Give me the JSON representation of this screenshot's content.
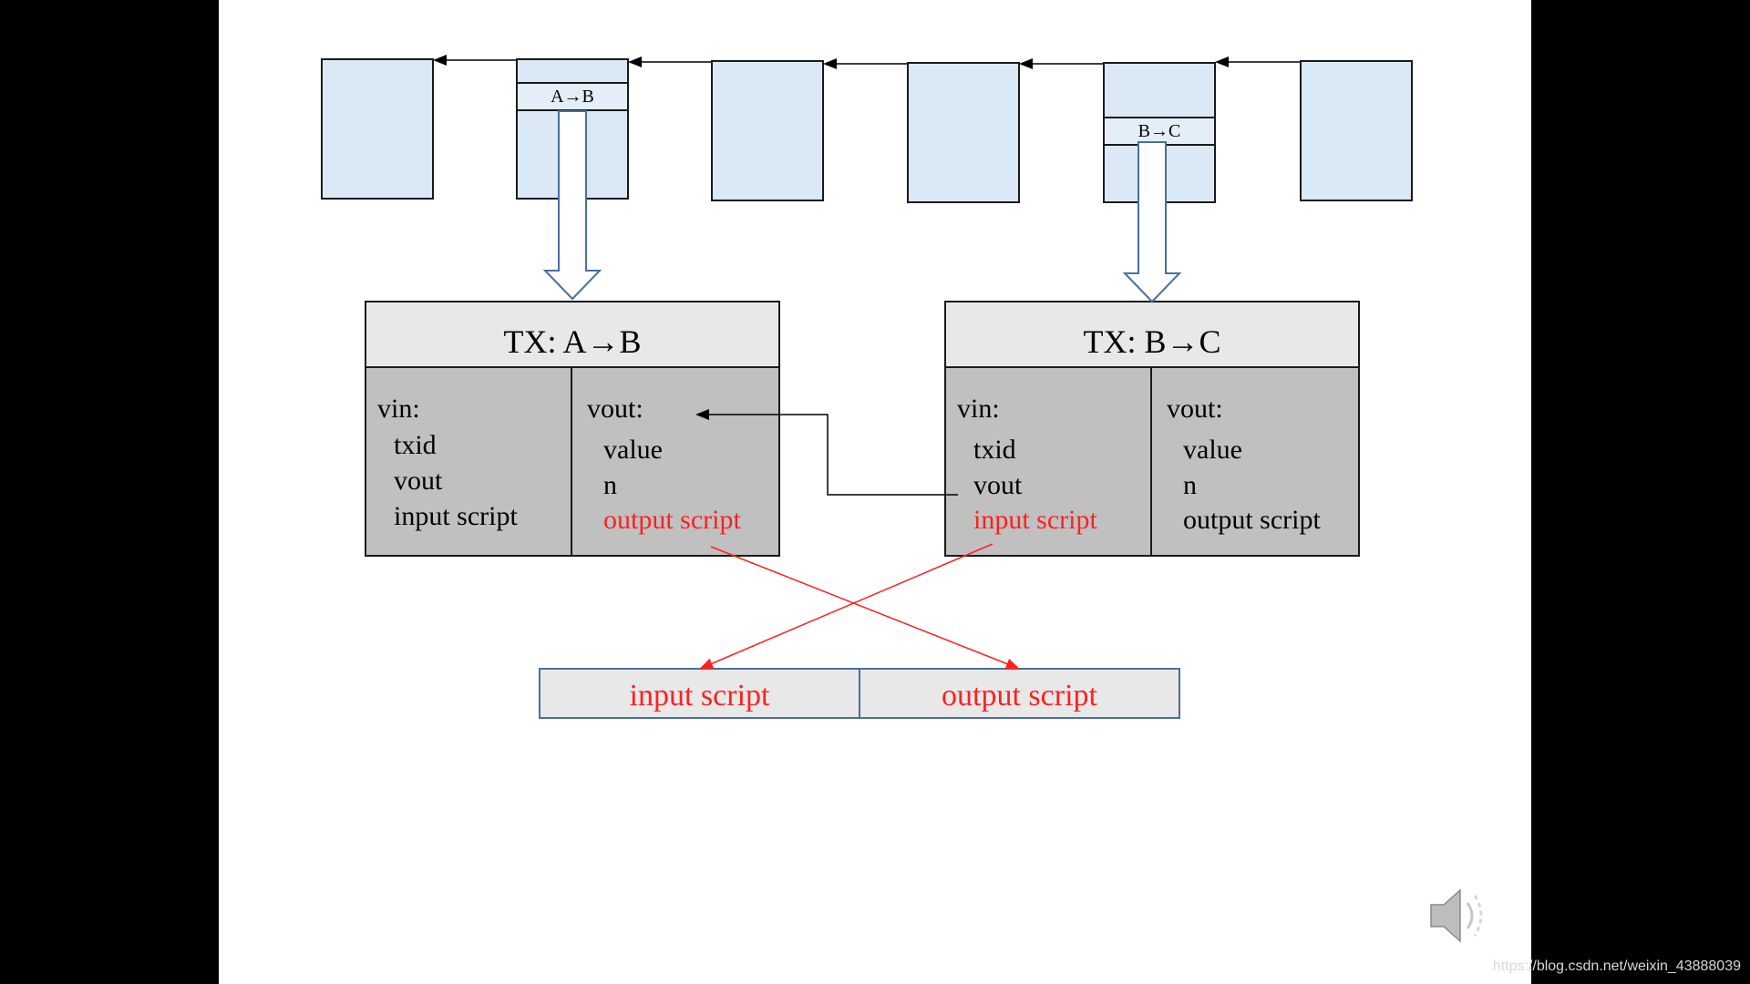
{
  "chain": {
    "block_2_tx": "A→B",
    "block_5_tx": "B→C"
  },
  "tx1": {
    "title": "TX: A→B",
    "vin_label": "vin:",
    "vin_fields": [
      "txid",
      "vout",
      "input script"
    ],
    "vout_label": "vout:",
    "vout_fields": [
      "value",
      "n",
      "output script"
    ]
  },
  "tx2": {
    "title": "TX: B→C",
    "vin_label": "vin:",
    "vin_fields": [
      "txid",
      "vout",
      "input script"
    ],
    "vout_label": "vout:",
    "vout_fields": [
      "value",
      "n",
      "output script"
    ]
  },
  "combined": {
    "input_label": "input script",
    "output_label": "output script"
  },
  "icons": {
    "speaker": "speaker-icon"
  },
  "watermark": "https://blog.csdn.net/weixin_43888039",
  "colors": {
    "block_fill": "#dbe8f5",
    "highlight_red": "#ff2020",
    "tx_body": "#c0c0c0",
    "tx_header": "#e8e8e8",
    "arrow_outline": "#4a6f9c"
  }
}
